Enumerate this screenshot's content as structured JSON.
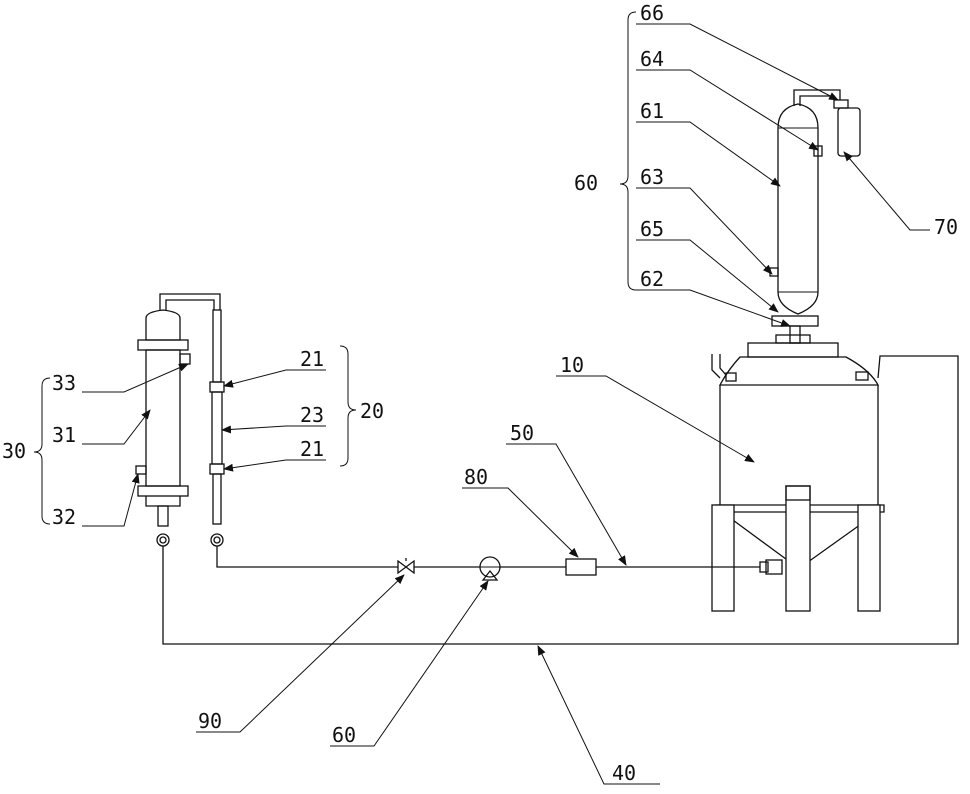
{
  "labels": {
    "l66": "66",
    "l64": "64",
    "l61": "61",
    "l60_top": "60",
    "l63": "63",
    "l65": "65",
    "l62": "62",
    "l70": "70",
    "l10": "10",
    "l50": "50",
    "l80": "80",
    "l33": "33",
    "l30": "30",
    "l31": "31",
    "l32": "32",
    "l21_top": "21",
    "l23": "23",
    "l20": "20",
    "l21_bottom": "21",
    "l90": "90",
    "l60_pump": "60",
    "l40": "40"
  }
}
